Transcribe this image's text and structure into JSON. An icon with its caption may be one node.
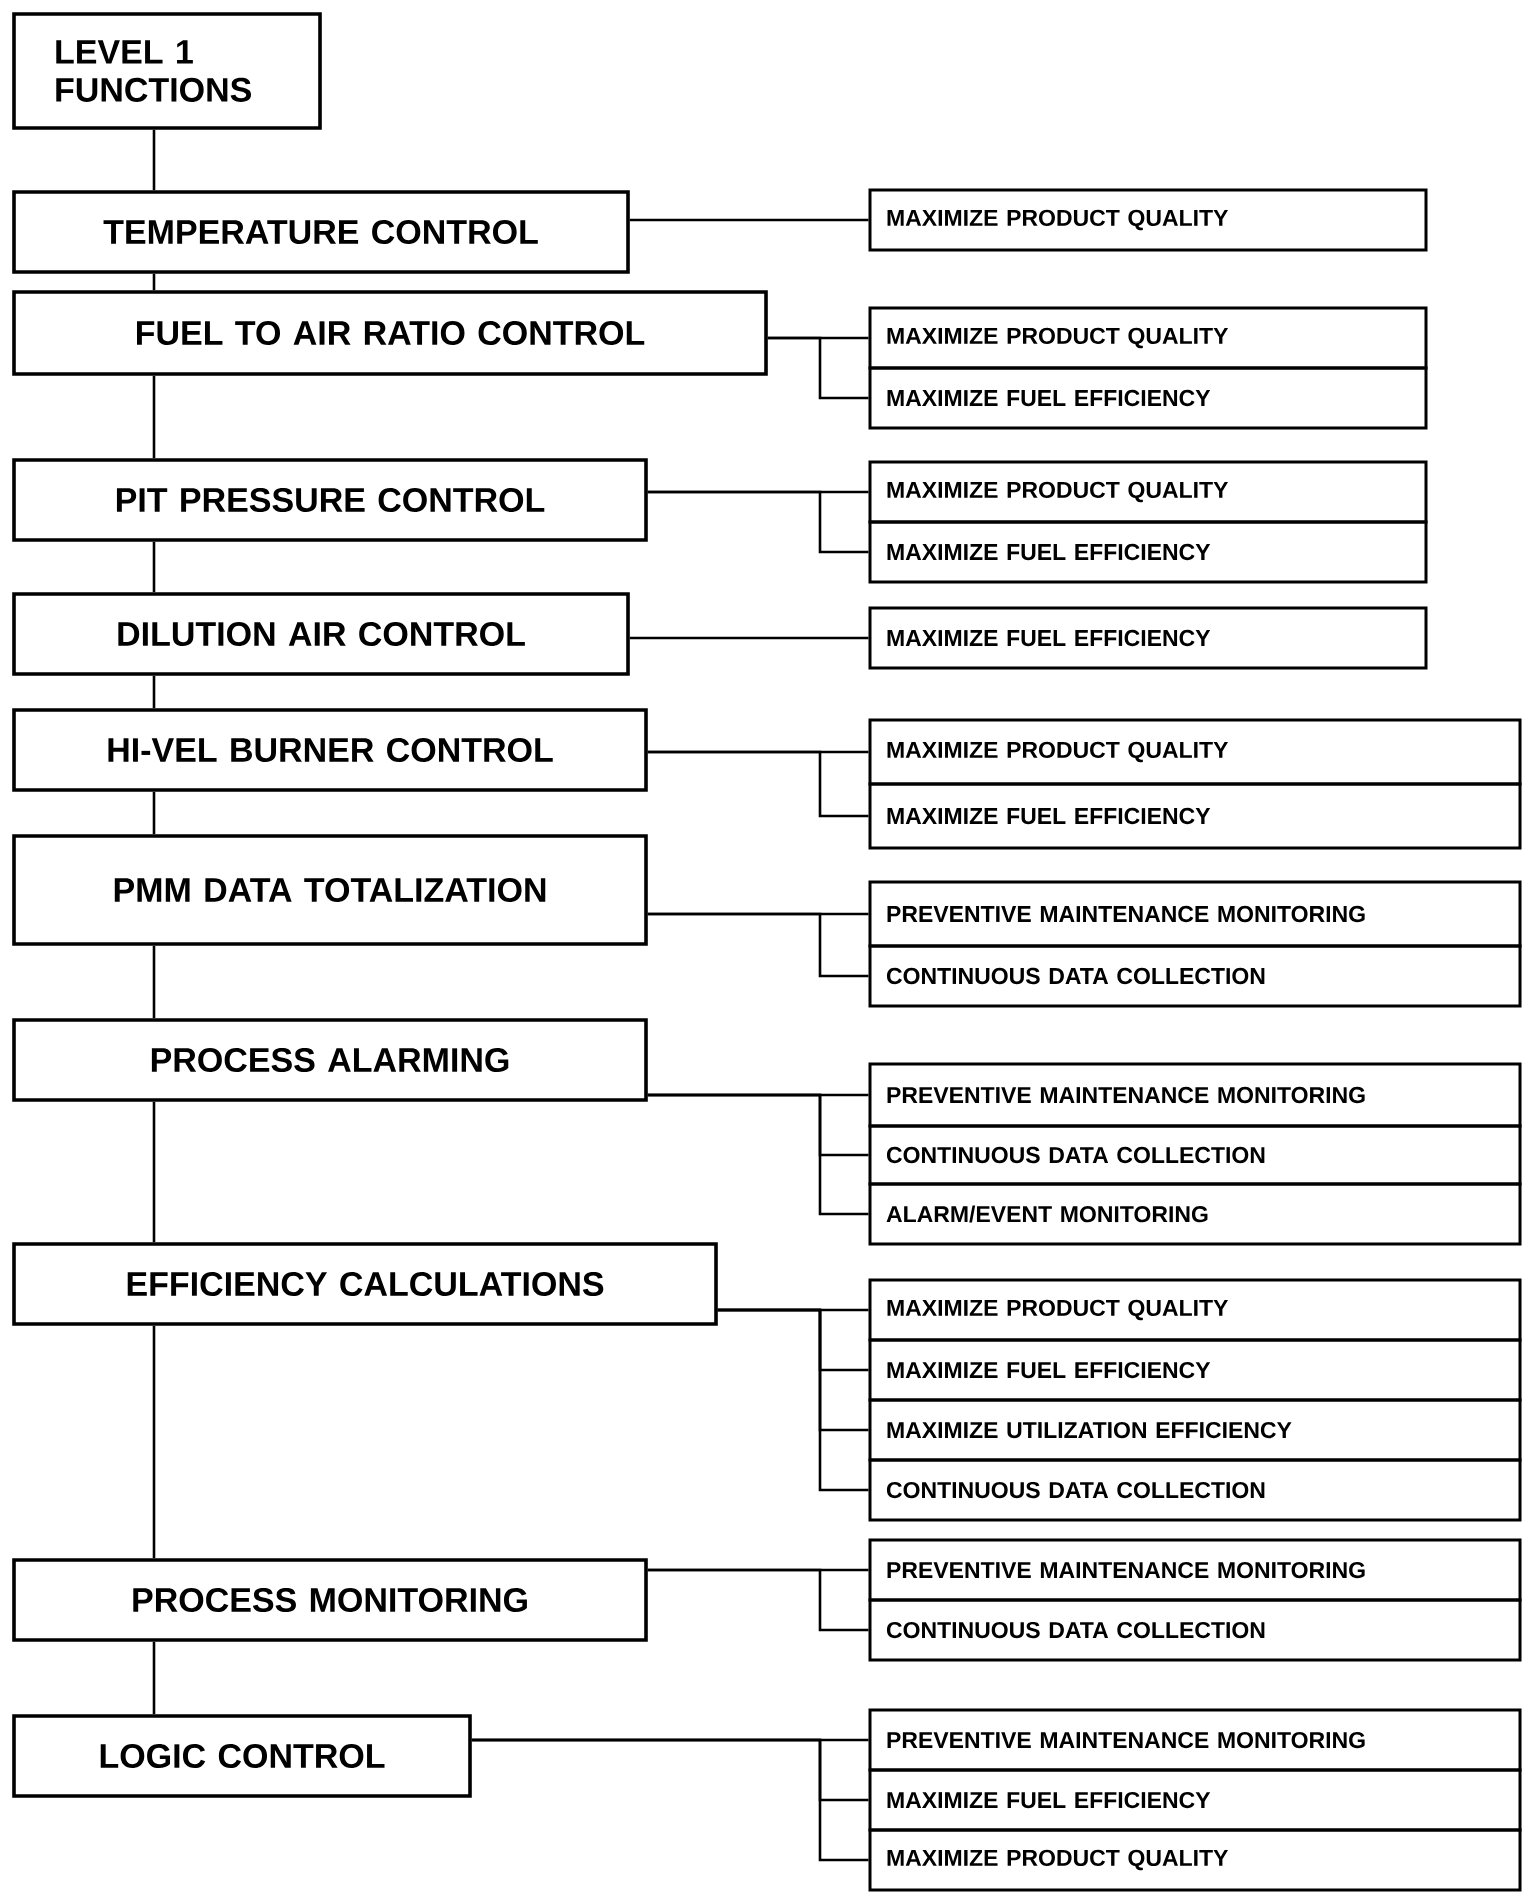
{
  "diagram": {
    "nodes": [
      {
        "text": [
          "LEVEL 1 FUNCTIONS"
        ]
      },
      {
        "text": [
          "TEMPERATURE CONTROL"
        ]
      },
      {
        "text": [
          "MAXIMIZE PRODUCT QUALITY"
        ]
      },
      {
        "text": [
          "FUEL TO AIR RATIO CONTROL"
        ]
      },
      {
        "text": [
          "MAXIMIZE PRODUCT QUALITY"
        ]
      },
      {
        "text": [
          "MAXIMIZE FUEL EFFICIENCY"
        ]
      },
      {
        "text": [
          "PIT PRESSURE CONTROL"
        ]
      },
      {
        "text": [
          "MAXIMIZE PRODUCT QUALITY"
        ]
      },
      {
        "text": [
          "MAXIMIZE FUEL EFFICIENCY"
        ]
      },
      {
        "text": [
          "DILUTION AIR CONTROL"
        ]
      },
      {
        "text": [
          "MAXIMIZE FUEL EFFICIENCY"
        ]
      },
      {
        "text": [
          "HI-VEL BURNER CONTROL"
        ]
      },
      {
        "text": [
          "MAXIMIZE PRODUCT QUALITY"
        ]
      },
      {
        "text": [
          "MAXIMIZE FUEL EFFICIENCY"
        ]
      },
      {
        "text": [
          "PMM DATA TOTALIZATION"
        ]
      },
      {
        "text": [
          "PREVENTIVE MAINTENANCE MONITORING"
        ]
      },
      {
        "text": [
          "CONTINUOUS DATA COLLECTION"
        ]
      },
      {
        "text": [
          "PROCESS ALARMING"
        ]
      },
      {
        "text": [
          "PREVENTIVE MAINTENANCE MONITORING"
        ]
      },
      {
        "text": [
          "CONTINUOUS DATA COLLECTION"
        ]
      },
      {
        "text": [
          "ALARM/EVENT MONITORING"
        ]
      },
      {
        "text": [
          "EFFICIENCY CALCULATIONS"
        ]
      },
      {
        "text": [
          "MAXIMIZE PRODUCT QUALITY"
        ]
      },
      {
        "text": [
          "MAXIMIZE FUEL EFFICIENCY"
        ]
      },
      {
        "text": [
          "MAXIMIZE UTILIZATION EFFICIENCY"
        ]
      },
      {
        "text": [
          "CONTINUOUS DATA COLLECTION"
        ]
      },
      {
        "text": [
          "PROCESS MONITORING"
        ]
      },
      {
        "text": [
          "PREVENTIVE MAINTENANCE MONITORING"
        ]
      },
      {
        "text": [
          "CONTINUOUS DATA COLLECTION"
        ]
      },
      {
        "text": [
          "LOGIC CONTROL"
        ]
      },
      {
        "text": [
          "PREVENTIVE MAINTENANCE MONITORING"
        ]
      },
      {
        "text": [
          "MAXIMIZE FUEL EFFICIENCY"
        ]
      },
      {
        "text": [
          "MAXIMIZE PRODUCT QUALITY"
        ]
      }
    ],
    "edges": [
      {
        "from": 0,
        "to": 1,
        "arrow": "none"
      },
      {
        "from": 1,
        "to": 3,
        "arrow": "none"
      },
      {
        "from": 3,
        "to": 6,
        "arrow": "none"
      },
      {
        "from": 6,
        "to": 9,
        "arrow": "none"
      },
      {
        "from": 9,
        "to": 11,
        "arrow": "none"
      },
      {
        "from": 11,
        "to": 14,
        "arrow": "none"
      },
      {
        "from": 14,
        "to": 17,
        "arrow": "none"
      },
      {
        "from": 17,
        "to": 21,
        "arrow": "none"
      },
      {
        "from": 21,
        "to": 26,
        "arrow": "none"
      },
      {
        "from": 26,
        "to": 29,
        "arrow": "none"
      },
      {
        "from": 1,
        "to": 2,
        "arrow": "none"
      },
      {
        "from": 3,
        "to": 4,
        "arrow": "none"
      },
      {
        "from": 3,
        "to": 5,
        "arrow": "none"
      },
      {
        "from": 6,
        "to": 7,
        "arrow": "none"
      },
      {
        "from": 6,
        "to": 8,
        "arrow": "none"
      },
      {
        "from": 9,
        "to": 10,
        "arrow": "none"
      },
      {
        "from": 11,
        "to": 12,
        "arrow": "none"
      },
      {
        "from": 11,
        "to": 13,
        "arrow": "none"
      },
      {
        "from": 14,
        "to": 15,
        "arrow": "none"
      },
      {
        "from": 14,
        "to": 16,
        "arrow": "none"
      },
      {
        "from": 17,
        "to": 18,
        "arrow": "none"
      },
      {
        "from": 17,
        "to": 19,
        "arrow": "none"
      },
      {
        "from": 17,
        "to": 20,
        "arrow": "none"
      },
      {
        "from": 21,
        "to": 22,
        "arrow": "none"
      },
      {
        "from": 21,
        "to": 23,
        "arrow": "none"
      },
      {
        "from": 21,
        "to": 24,
        "arrow": "none"
      },
      {
        "from": 21,
        "to": 25,
        "arrow": "none"
      },
      {
        "from": 26,
        "to": 27,
        "arrow": "none"
      },
      {
        "from": 26,
        "to": 28,
        "arrow": "none"
      },
      {
        "from": 29,
        "to": 30,
        "arrow": "none"
      },
      {
        "from": 29,
        "to": 31,
        "arrow": "none"
      },
      {
        "from": 29,
        "to": 32,
        "arrow": "none"
      }
    ]
  }
}
